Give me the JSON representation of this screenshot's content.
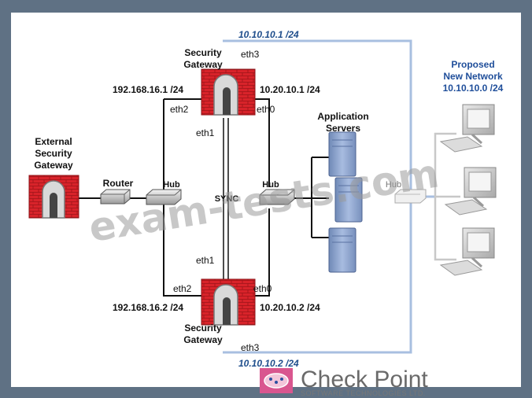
{
  "network": {
    "external_gw": [
      "External",
      "Security",
      "Gateway"
    ],
    "router": "Router",
    "hub_left": "Hub",
    "hub_center": "Hub",
    "hub_right": "Hub",
    "sync": "SYNC",
    "top_gw": [
      "Security",
      "Gateway"
    ],
    "bottom_gw": [
      "Security",
      "Gateway"
    ],
    "top_left_net": "192.168.16.1 /24",
    "top_right_net": "10.20.10.1 /24",
    "bottom_left_net": "192.168.16.2 /24",
    "bottom_right_net": "10.20.10.2 /24",
    "top_blue_net": "10.10.10.1 /24",
    "bottom_blue_net": "10.10.10.2 /24",
    "top_eth3": "eth3",
    "top_eth2": "eth2",
    "top_eth0": "eth0",
    "top_eth1": "eth1",
    "bottom_eth1": "eth1",
    "bottom_eth2": "eth2",
    "bottom_eth0": "eth0",
    "bottom_eth3": "eth3",
    "app_servers": [
      "Application",
      "Servers"
    ],
    "proposed": [
      "Proposed",
      "New Network",
      "10.10.10.0 /24"
    ]
  },
  "watermark": "exam-tests.com",
  "brand": {
    "name": "Check Point",
    "tagline": "SOFTWARE TECHNOLOGIES LTD."
  },
  "colors": {
    "firewall": "#d8232a",
    "blue_network": "#1f4e8c",
    "frame": "#5f7184"
  }
}
